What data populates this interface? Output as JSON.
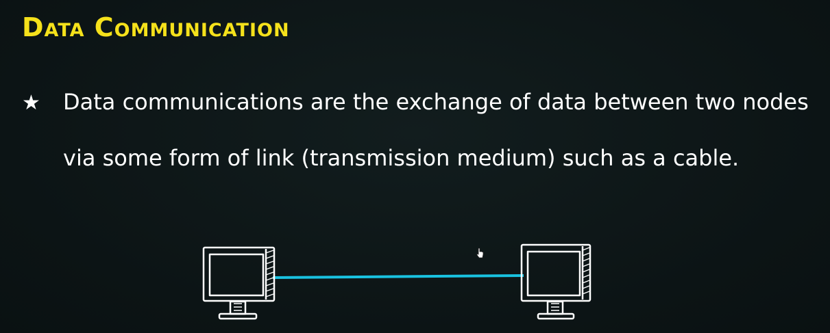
{
  "title": "Data Communication",
  "bullet": {
    "icon": "star-icon",
    "text": "Data communications are the exchange of data between two nodes via some form of link (transmission medium) such as a cable."
  },
  "diagram": {
    "left_node": "computer-monitor-icon",
    "right_node": "computer-monitor-icon",
    "link": "cable-line"
  },
  "colors": {
    "background": "#0d1617",
    "title": "#f5e11b",
    "text": "#ffffff",
    "link": "#19c2e0"
  }
}
